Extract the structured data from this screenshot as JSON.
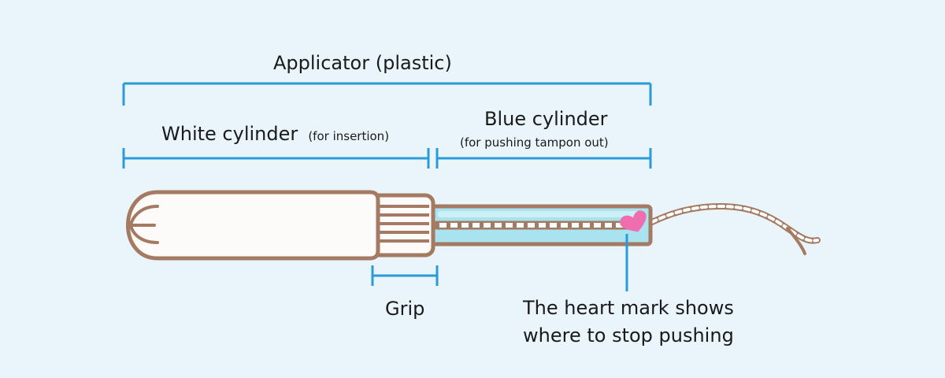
{
  "labels": {
    "applicator": "Applicator (plastic)",
    "white_cylinder": "White cylinder",
    "white_cylinder_note": "(for insertion)",
    "blue_cylinder": "Blue cylinder",
    "blue_cylinder_note": "(for pushing tampon out)",
    "grip": "Grip",
    "heart_note_line1": "The heart mark shows",
    "heart_note_line2": "where to stop pushing"
  },
  "colors": {
    "background": "#eaf5fb",
    "bracket": "#2a9ad8",
    "outline": "#a47a62",
    "white_cylinder_fill": "#fdfbf9",
    "blue_cylinder_fill": "#a9e3ef",
    "string": "#ffffff",
    "heart": "#f06eb0"
  }
}
